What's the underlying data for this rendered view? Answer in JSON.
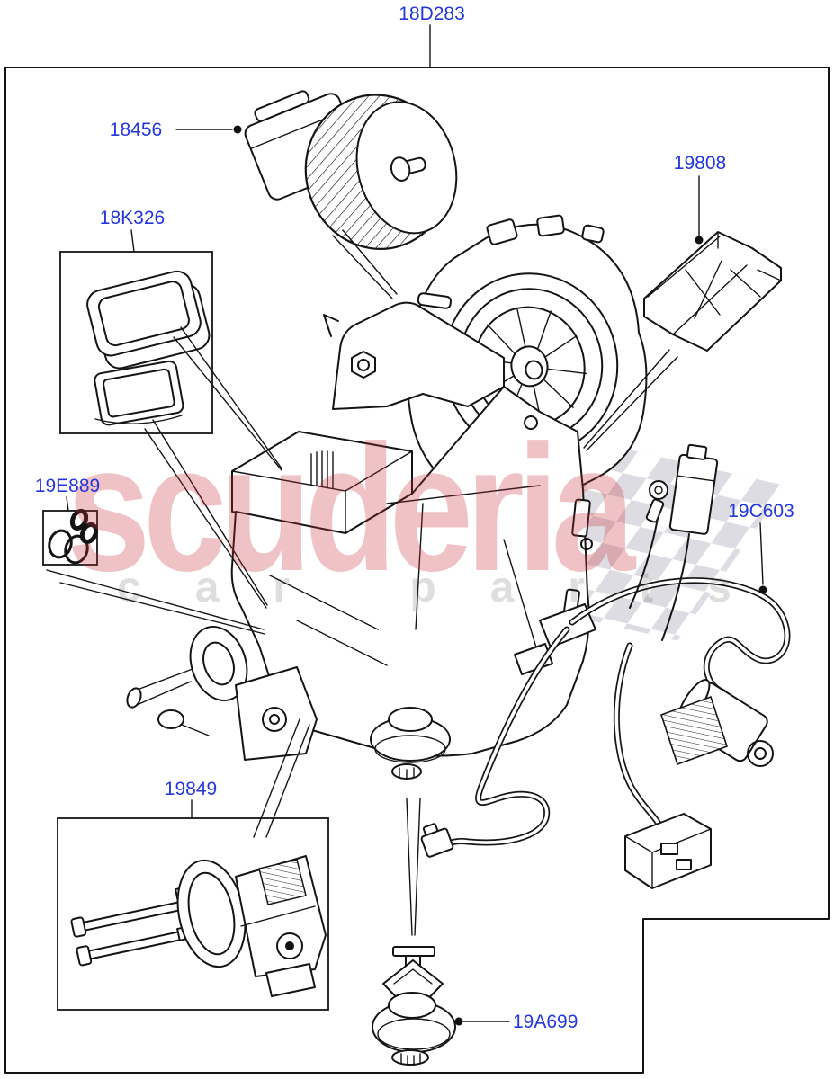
{
  "parts": [
    {
      "label": "18D283"
    },
    {
      "label": "18456"
    },
    {
      "label": "19808"
    },
    {
      "label": "18K326"
    },
    {
      "label": "19E889"
    },
    {
      "label": "19C603"
    },
    {
      "label": "19849"
    },
    {
      "label": "19A699"
    }
  ],
  "watermark": {
    "brand": "scuderia",
    "tagline": "car parts"
  },
  "colors": {
    "label-blue": "#2337db",
    "brand-red": "#c82d32",
    "tagline-gray": "#2a2a2a",
    "checker-gray": "#dcdce2"
  }
}
